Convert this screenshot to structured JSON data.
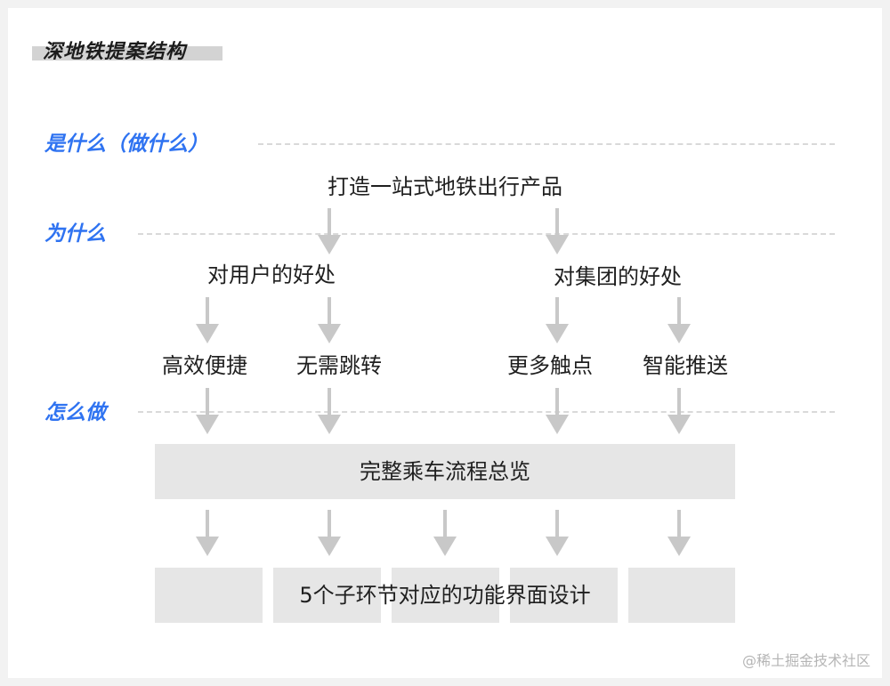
{
  "title": "深地铁提案结构",
  "sections": {
    "what": "是什么（做什么）",
    "why": "为什么",
    "how": "怎么做"
  },
  "nodes": {
    "goal": "打造一站式地铁出行产品",
    "user_benefit": "对用户的好处",
    "group_benefit": "对集团的好处",
    "efficient": "高效便捷",
    "no_jump": "无需跳转",
    "more_touch": "更多触点",
    "smart_push": "智能推送",
    "overview": "完整乘车流程总览",
    "design": "5个子环节对应的功能界面设计"
  },
  "watermark": "@稀土掘金技术社区",
  "colors": {
    "accent": "#2f73f1",
    "arrow": "#c8c8c8",
    "box": "#e6e6e6",
    "dashed": "#d9d9d9"
  }
}
